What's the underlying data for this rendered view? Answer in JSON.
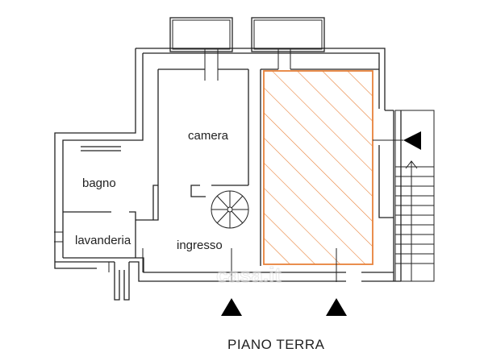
{
  "floor_title": "PIANO TERRA",
  "rooms": {
    "camera": "camera",
    "bagno": "bagno",
    "lavanderia": "lavanderia",
    "ingresso": "ingresso"
  },
  "watermark": "casa.it",
  "colors": {
    "walls": "#222222",
    "highlight": "#e8823a",
    "arrows": "#000000"
  },
  "icons": [
    "entrance-arrow-icon",
    "spiral-staircase-icon",
    "stairs-up-arrow-icon"
  ]
}
